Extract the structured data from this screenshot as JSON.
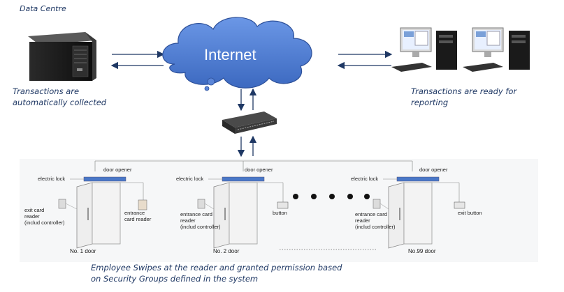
{
  "top": {
    "data_centre_title": "Data Centre",
    "collected_line1": "Transactions are",
    "collected_line2": "automatically collected",
    "reporting_line1": "Transactions are ready for",
    "reporting_line2": "reporting"
  },
  "cloud": {
    "label": "Internet",
    "color": "#4f7fd6"
  },
  "doors": [
    {
      "lock": "electric lock",
      "opener": "door opener",
      "reader_a_1": "exit card",
      "reader_a_2": "reader",
      "reader_a_3": "(includ controller)",
      "reader_b_1": "entrance",
      "reader_b_2": "card reader",
      "name": "No. 1 door"
    },
    {
      "lock": "electric lock",
      "opener": "door opener",
      "reader_a_1": "entrance card",
      "reader_a_2": "reader",
      "reader_a_3": "(includ controller)",
      "button": "button",
      "name": "No. 2 door"
    },
    {
      "lock": "electric lock",
      "opener": "door opener",
      "reader_a_1": "entrance card",
      "reader_a_2": "reader",
      "reader_a_3": "(includ controller)",
      "button": "exit button",
      "name": "No.99 door"
    }
  ],
  "bottom": {
    "line1": "Employee Swipes at the reader and granted permission based",
    "line2": "on Security Groups defined in the system"
  },
  "icons": [
    "server-icon",
    "cloud-icon",
    "network-switch-icon",
    "desktop-pc-icon",
    "door-icon",
    "card-reader-icon",
    "button-icon"
  ]
}
